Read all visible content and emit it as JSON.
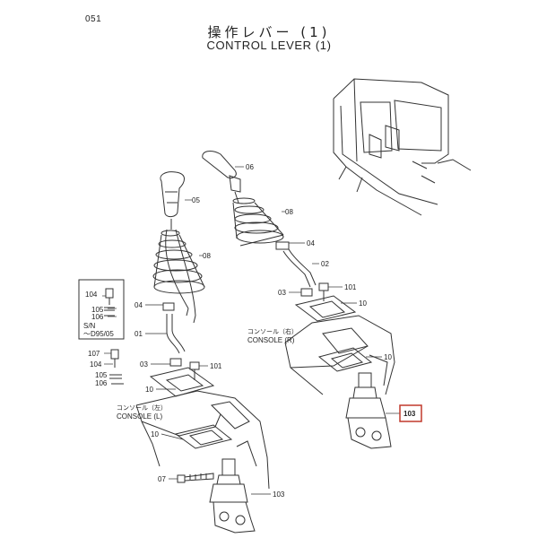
{
  "header": {
    "page_number": "051",
    "title_jp": "操作レバー (1)",
    "title_en": "CONTROL LEVER (1)"
  },
  "inset": {
    "parts": [
      "104",
      "105",
      "106"
    ],
    "serial_label": "S/N",
    "serial_range": "～D95/05"
  },
  "console_left": {
    "label_jp": "コンソール（左）",
    "label_en": "CONSOLE (L)"
  },
  "console_right": {
    "label_jp": "コンソール（右）",
    "label_en": "CONSOLE (R)"
  },
  "parts_left": {
    "p05": "05",
    "p08": "08",
    "p04": "04",
    "p01": "01",
    "p107": "107",
    "p104": "104",
    "p105": "105",
    "p106": "106",
    "p03": "03",
    "p101": "101",
    "p10a": "10",
    "p10b": "10",
    "p07": "07",
    "p103": "103"
  },
  "parts_right": {
    "p06": "06",
    "p08": "08",
    "p04": "04",
    "p02": "02",
    "p03": "03",
    "p101": "101",
    "p10a": "10",
    "p10b": "10",
    "p103": "103"
  },
  "highlight": {
    "label": "103",
    "color": "#c0392b"
  }
}
